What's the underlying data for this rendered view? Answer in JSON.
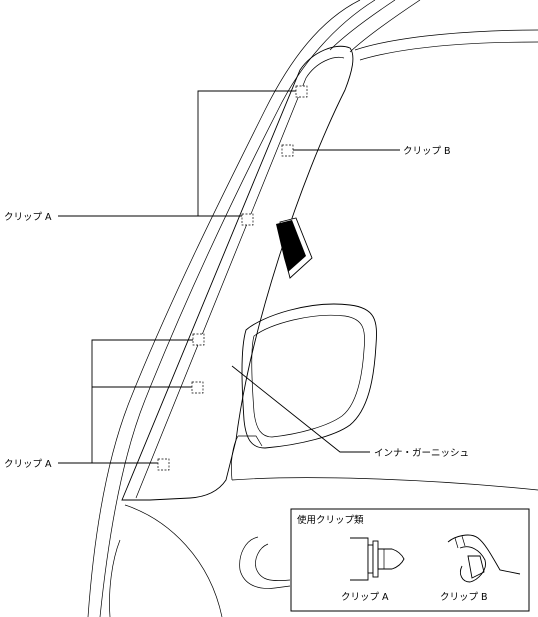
{
  "labels": {
    "clip_a_upper": "クリップ A",
    "clip_a_lower": "クリップ A",
    "clip_b": "クリップ B",
    "garnish": "インナ・ガーニッシュ"
  },
  "legend": {
    "title": "使用クリップ類",
    "clip_a": "クリップ A",
    "clip_b": "クリップ B"
  }
}
